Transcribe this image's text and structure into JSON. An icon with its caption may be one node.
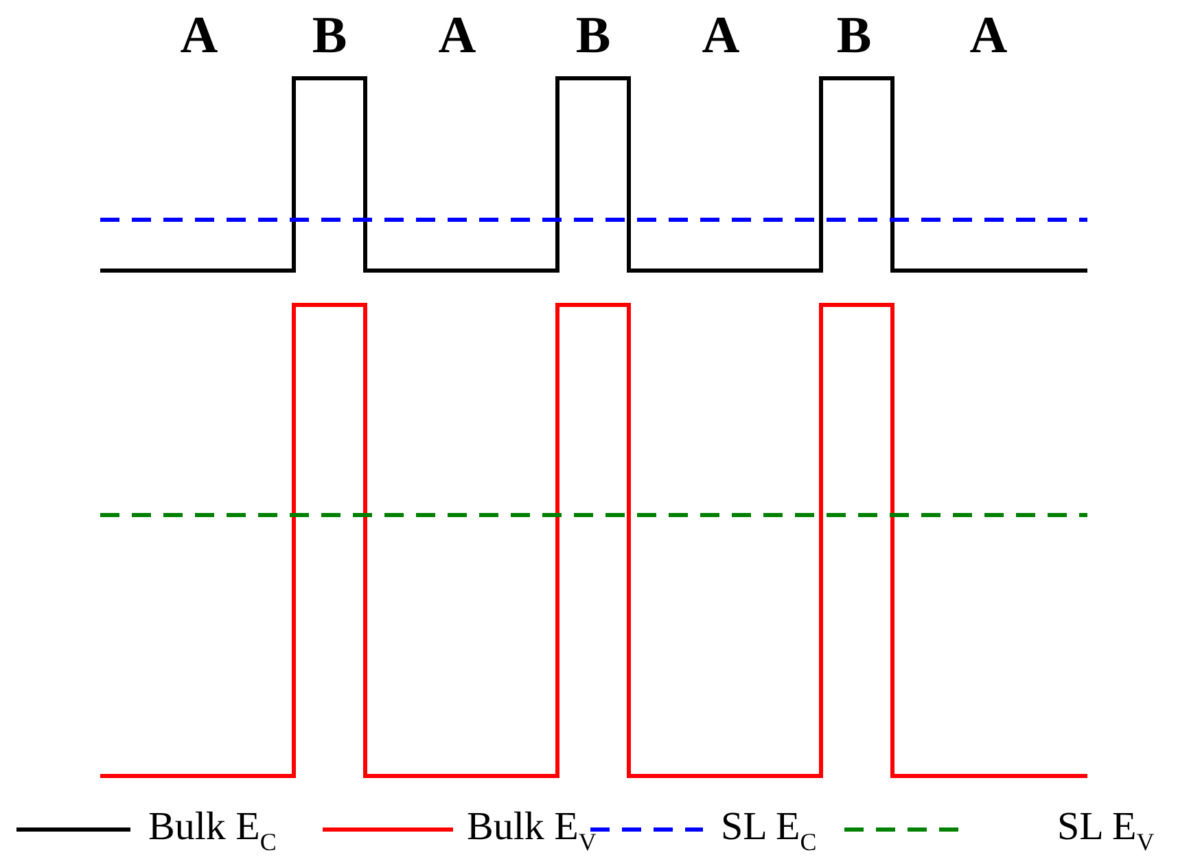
{
  "diagram": {
    "labels": [
      "A",
      "B",
      "A",
      "B",
      "A",
      "B",
      "A"
    ],
    "legend": [
      {
        "text": "Bulk E$_{C}$"
      },
      {
        "text": "Bulk E$_{V}$"
      },
      {
        "text": "SL E$_{C}$"
      },
      {
        "text": "SL E$_{V}$"
      }
    ]
  }
}
